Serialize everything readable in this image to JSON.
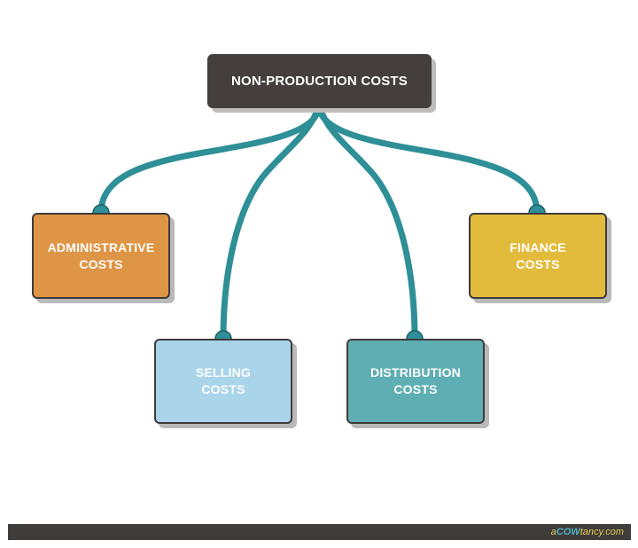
{
  "diagram": {
    "root": {
      "label": "NON-PRODUCTION COSTS"
    },
    "children": [
      {
        "id": "administrative",
        "label": "ADMINISTRATIVE\nCOSTS",
        "color": "#de9545"
      },
      {
        "id": "selling",
        "label": "SELLING\nCOSTS",
        "color": "#a9d4ea"
      },
      {
        "id": "distribution",
        "label": "DISTRIBUTION\nCOSTS",
        "color": "#5eaeb3"
      },
      {
        "id": "finance",
        "label": "FINANCE\nCOSTS",
        "color": "#e2bb3c"
      }
    ],
    "connector_color": "#2e8f97",
    "root_color": "#443f3d"
  },
  "footer": {
    "logo_prefix": "a",
    "logo_brand": "COW",
    "logo_suffix": "tancy.com",
    "bar_color": "#3f3c3a"
  }
}
